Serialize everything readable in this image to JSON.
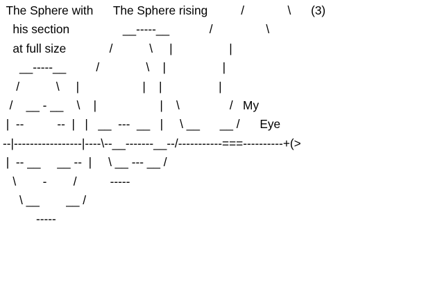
{
  "diagram": {
    "lines": [
      " The Sphere with      The Sphere rising          /             \\      (3)",
      "   his section                __-----__            /                \\",
      "   at full size             /           \\     |                 |",
      "     __-----__         /              \\    |                 |",
      "    /           \\     |                   |    |                 |",
      "  /    __ - __    \\    |                   |    \\               /   My",
      " |  --          --  |   |   __  ---  __   |     \\ __      __ /      Eye",
      "--|-----------------|----\\--__-------__--/-----------===----------+(>",
      " |  -- __     __ --  |     \\ __ --- __ /",
      "   \\        -        /          -----",
      "     \\ __        __ /",
      "          -----"
    ]
  }
}
